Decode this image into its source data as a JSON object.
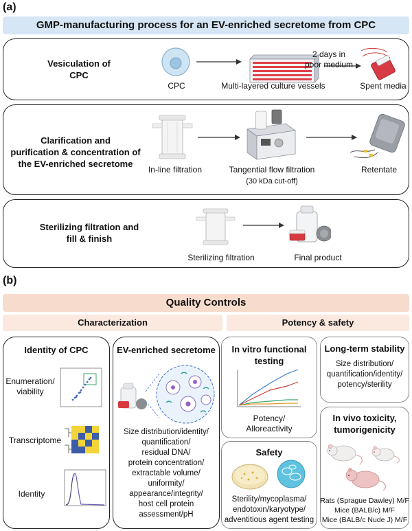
{
  "panel_a": {
    "label": "(a)",
    "banner": "GMP-manufacturing process for an EV-enriched secretome from CPC",
    "row1": {
      "title_l1": "Vesiculation of",
      "title_l2": "CPC",
      "cpc": "CPC",
      "vessels": "Multi-layered culture vessels",
      "arrow_l1": "2 days in",
      "arrow_l2": "poor medium",
      "spent": "Spent media"
    },
    "row2": {
      "title_l1": "Clarification and",
      "title_l2": "purification & concentration of",
      "title_l3": "the EV-enriched secretome",
      "inline": "In-line filtration",
      "tff": "Tangential flow filtration",
      "tff_sub": "(30 kDa cut-off)",
      "retentate": "Retentate"
    },
    "row3": {
      "title_l1": "Sterilizing filtration and",
      "title_l2": "fill & finish",
      "sterilizing": "Sterilizing filtration",
      "final": "Final product"
    }
  },
  "panel_b": {
    "label": "(b)",
    "banner": "Quality Controls",
    "characterization": "Characterization",
    "potency_safety": "Potency & safety",
    "identity_cpc": {
      "title": "Identity of CPC",
      "enum_l1": "Enumeration/",
      "enum_l2": "viability",
      "transcriptome": "Transcriptome",
      "identity": "Identity"
    },
    "ev_secretome": {
      "title": "EV-enriched secretome",
      "lines": [
        "Size distribution/identity/",
        "quantification/",
        "residual DNA/",
        "protein concentration/",
        "extractable volume/",
        "uniformity/",
        "appearance/integrity/",
        "host cell protein",
        "assessment/pH"
      ]
    },
    "in_vitro": {
      "title_l1": "In vitro functional",
      "title_l2": "testing",
      "cap_l1": "Potency/",
      "cap_l2": "Alloreactivity"
    },
    "safety": {
      "title": "Safety",
      "lines": [
        "Sterility/mycoplasma/",
        "endotoxin/karyotype/",
        "adventitious agent testing"
      ]
    },
    "long_term": {
      "title": "Long-term stability",
      "lines": [
        "Size distribution/",
        "quantification/identity/",
        "potency/sterility"
      ]
    },
    "in_vivo": {
      "title_l1": "In vivo toxicity,",
      "title_l2": "tumorigenicity",
      "lines": [
        "Rats (Sprague Dawley) M/F",
        "Mice (BALB/c) M/F",
        "Mice (BALB/c Nude J) M/F"
      ]
    }
  },
  "colors": {
    "banner_blue": "#d6e6f5",
    "banner_qc": "#f7dccd",
    "subbanner": "#fbe9df",
    "vessel_red": "#e0414b",
    "cpc_blue": "#bcd9ee"
  }
}
